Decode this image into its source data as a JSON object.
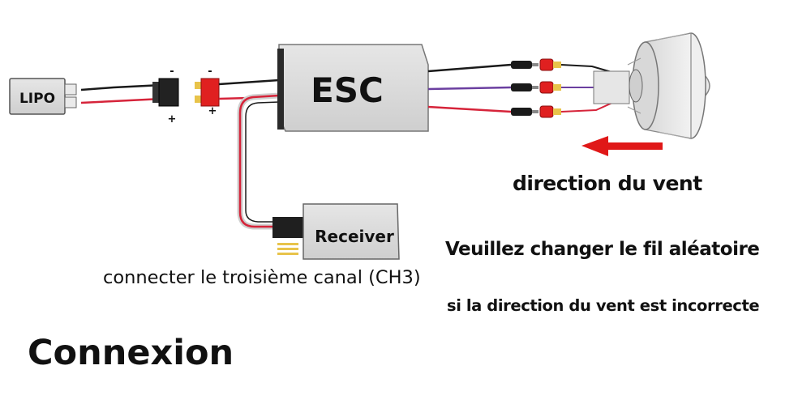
{
  "diagram": {
    "battery_label": "LIPO",
    "esc_label": "ESC",
    "receiver_label": "Receiver",
    "polarity_minus": "-",
    "polarity_plus": "+",
    "wind_direction_label": "direction du vent",
    "change_wire_label": "Veuillez changer le fil aléatoire",
    "incorrect_label": "si la direction du vent est incorrecte",
    "channel_label": "connecter le troisième canal (CH3)",
    "caption": "Connexion"
  },
  "colors": {
    "wire_black": "#1a1a1a",
    "wire_red": "#d6243a",
    "wire_purple": "#6b3fa0",
    "connector_red": "#e02020",
    "arrow_red": "#e01818",
    "box_fill": "#d9d9d9"
  }
}
